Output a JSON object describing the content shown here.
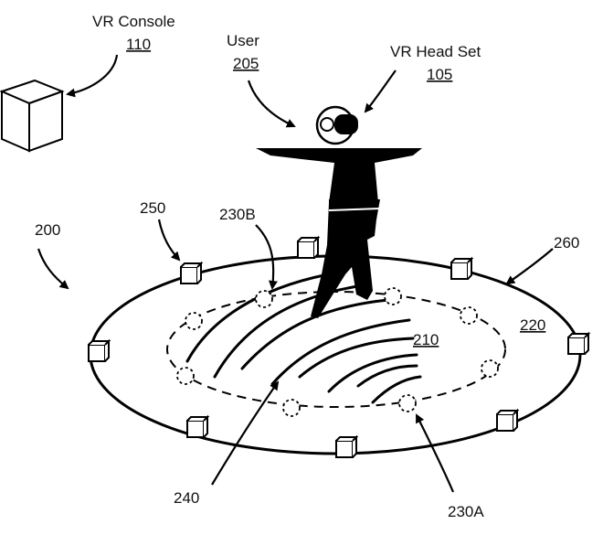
{
  "labels": {
    "vr_console": "VR Console",
    "vr_console_ref": "110",
    "user": "User",
    "user_ref": "205",
    "vr_headset": "VR Head Set",
    "vr_headset_ref": "105",
    "system_ref": "200",
    "sensor_ref": "250",
    "marker_b_ref": "230B",
    "outer_boundary_ref": "260",
    "area_ref": "220",
    "floor_ref": "210",
    "pattern_ref": "240",
    "marker_a_ref": "230A"
  }
}
